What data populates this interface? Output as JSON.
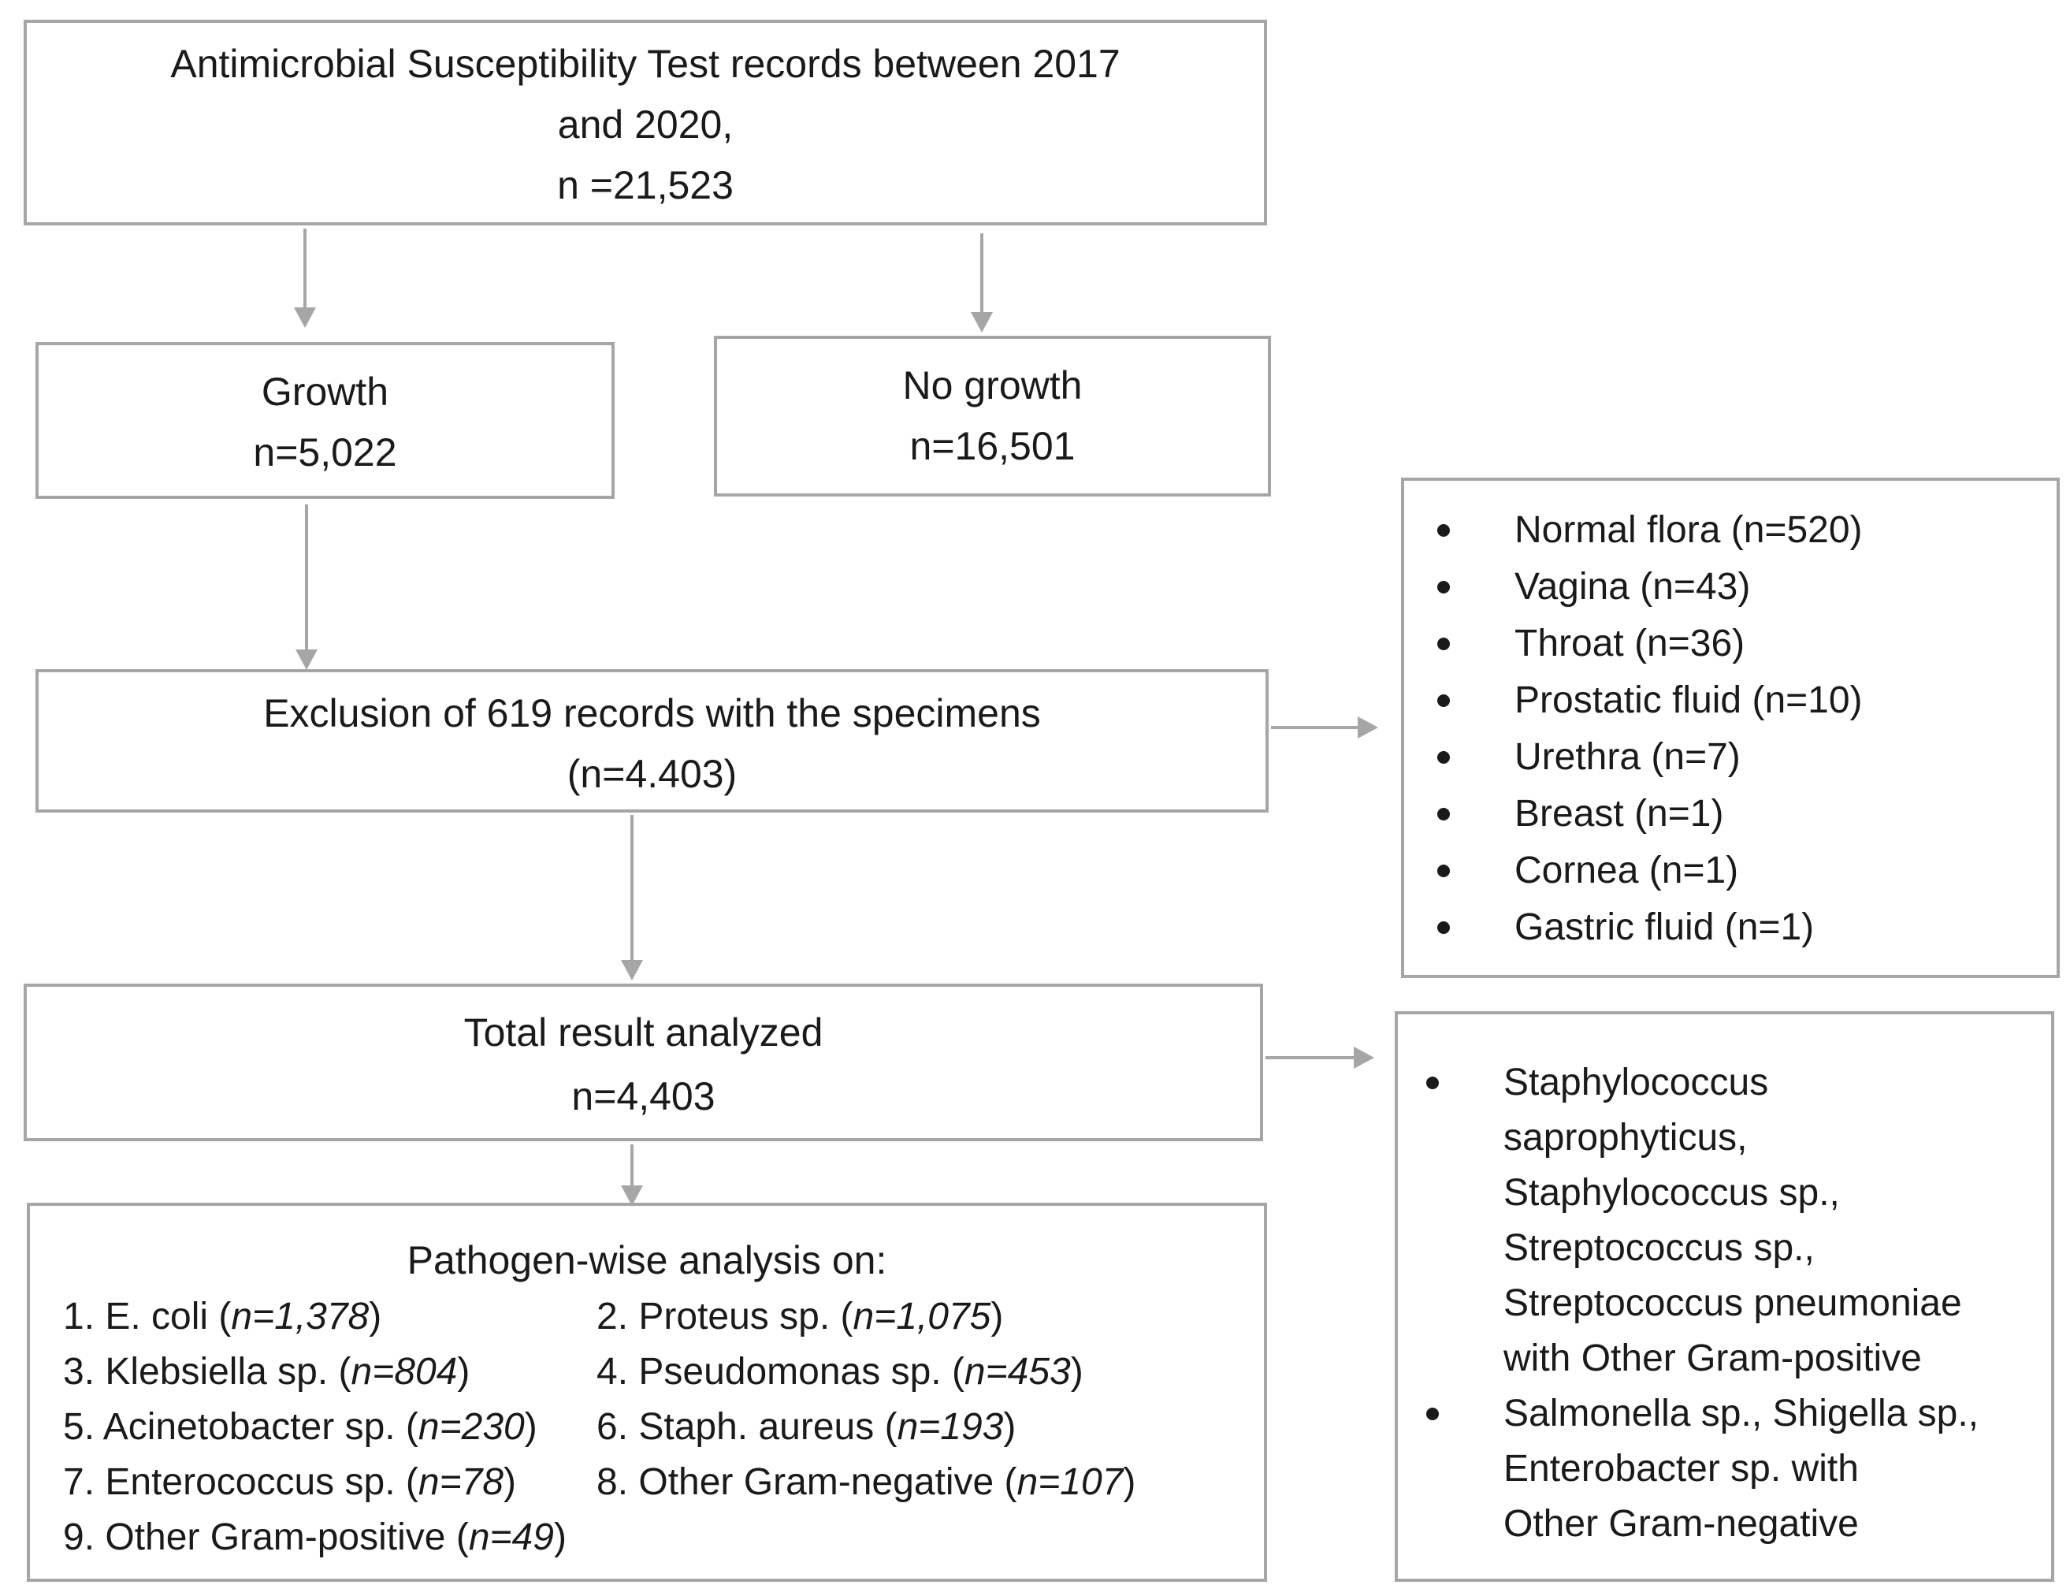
{
  "colors": {
    "border": "#a6a6a6",
    "text": "#1a1a1a"
  },
  "top_box": {
    "lines": [
      "Antimicrobial Susceptibility Test records between 2017",
      "and 2020,",
      "n =21,523"
    ]
  },
  "growth": {
    "label": "Growth",
    "count": "n=5,022"
  },
  "no_growth": {
    "label": "No growth",
    "count": "n=16,501"
  },
  "exclusion": {
    "label": "Exclusion of 619 records with the specimens",
    "count": "(n=4.403)"
  },
  "excluded_specimens": [
    "Normal flora (n=520)",
    "Vagina (n=43)",
    "Throat (n=36)",
    "Prostatic fluid (n=10)",
    "Urethra (n=7)",
    "Breast (n=1)",
    "Cornea (n=1)",
    "Gastric fluid (n=1)"
  ],
  "total": {
    "label": "Total result analyzed",
    "count": "n=4,403"
  },
  "groupings": [
    [
      "Staphylococcus",
      "saprophyticus,",
      "Staphylococcus sp.,",
      "Streptococcus sp.,",
      "Streptococcus pneumoniae",
      "with Other Gram-positive"
    ],
    [
      "Salmonella sp., Shigella sp.,",
      "Enterobacter sp. with",
      "Other Gram-negative"
    ]
  ],
  "pathogen": {
    "title": "Pathogen-wise analysis on:",
    "items": [
      {
        "name": "1. E. coli (",
        "n": "n=1,378",
        "close": ")"
      },
      {
        "name": "2. Proteus sp. (",
        "n": "n=1,075",
        "close": ")"
      },
      {
        "name": "3. Klebsiella sp. (",
        "n": "n=804",
        "close": ")"
      },
      {
        "name": "4. Pseudomonas sp. (",
        "n": "n=453",
        "close": ")"
      },
      {
        "name": "5. Acinetobacter sp. (",
        "n": "n=230",
        "close": ")"
      },
      {
        "name": "6. Staph. aureus (",
        "n": "n=193",
        "close": ")"
      },
      {
        "name": "7. Enterococcus sp. (",
        "n": "n=78",
        "close": ")"
      },
      {
        "name": "8. Other Gram-negative (",
        "n": "n=107",
        "close": ")"
      },
      {
        "name": "9. Other Gram-positive (",
        "n": "n=49",
        "close": ")"
      }
    ]
  }
}
